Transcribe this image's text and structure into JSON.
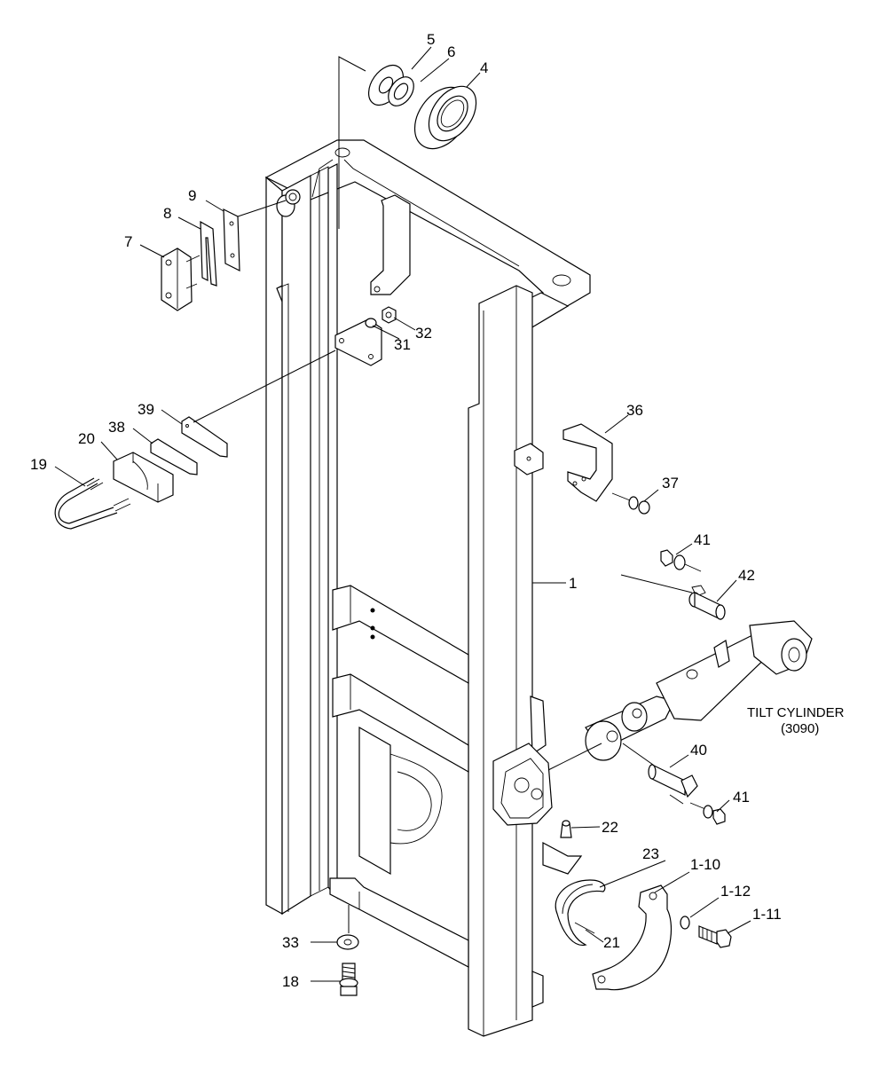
{
  "figure": {
    "tilt_cylinder_label": "TILT CYLINDER",
    "tilt_cylinder_ref": "(3090)"
  },
  "labels": {
    "p1": "1",
    "p4": "4",
    "p5": "5",
    "p6": "6",
    "p7": "7",
    "p8": "8",
    "p9": "9",
    "p18": "18",
    "p19": "19",
    "p20": "20",
    "p21": "21",
    "p22": "22",
    "p23": "23",
    "p31": "31",
    "p32": "32",
    "p33": "33",
    "p36": "36",
    "p37": "37",
    "p38": "38",
    "p39": "39",
    "p40": "40",
    "p41a": "41",
    "p41b": "41",
    "p42": "42",
    "p1_10": "1-10",
    "p1_11": "1-11",
    "p1_12": "1-12"
  }
}
